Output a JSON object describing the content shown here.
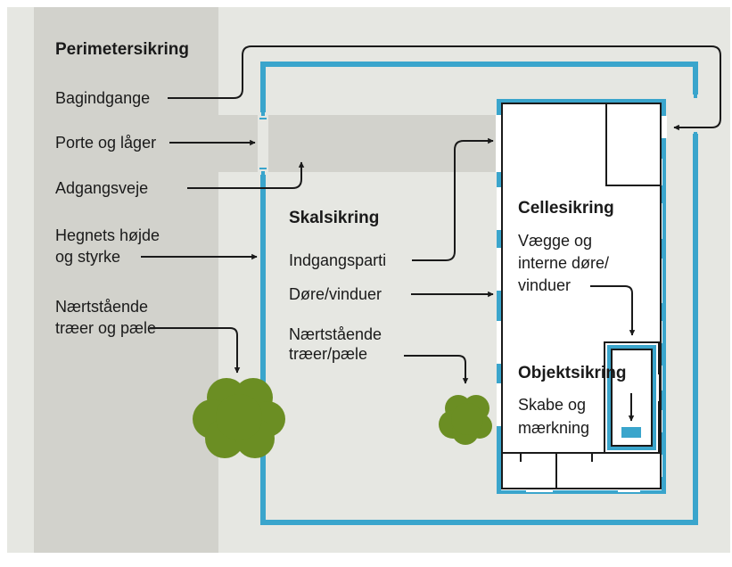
{
  "colors": {
    "background": "#e6e7e2",
    "side_band": "#d2d2cc",
    "accent_blue": "#3aa5cc",
    "building_fill": "#ffffff",
    "shrub_green": "#6b8e23",
    "line": "#1a1a1a"
  },
  "perimeter": {
    "heading": "Perimetersikring",
    "back_entrances": "Bagindgange",
    "gates": "Porte og låger",
    "access_roads": "Adgangsveje",
    "fence_line1": "Hegnets højde",
    "fence_line2": "og styrke",
    "trees_line1": "Nærtstående",
    "trees_line2": "træer og pæle"
  },
  "shell": {
    "heading": "Skalsikring",
    "entrance": "Indgangsparti",
    "doors_windows": "Døre/vinduer",
    "trees_line1": "Nærtstående",
    "trees_line2": "træer/pæle"
  },
  "cell": {
    "heading": "Cellesikring",
    "line1": "Vægge og",
    "line2": "interne døre/",
    "line3": "vinduer"
  },
  "object": {
    "heading": "Objektsikring",
    "line1": "Skabe og",
    "line2": "mærkning"
  },
  "icons": {
    "arrow": "arrow-icon",
    "shrub": "shrub-icon"
  }
}
